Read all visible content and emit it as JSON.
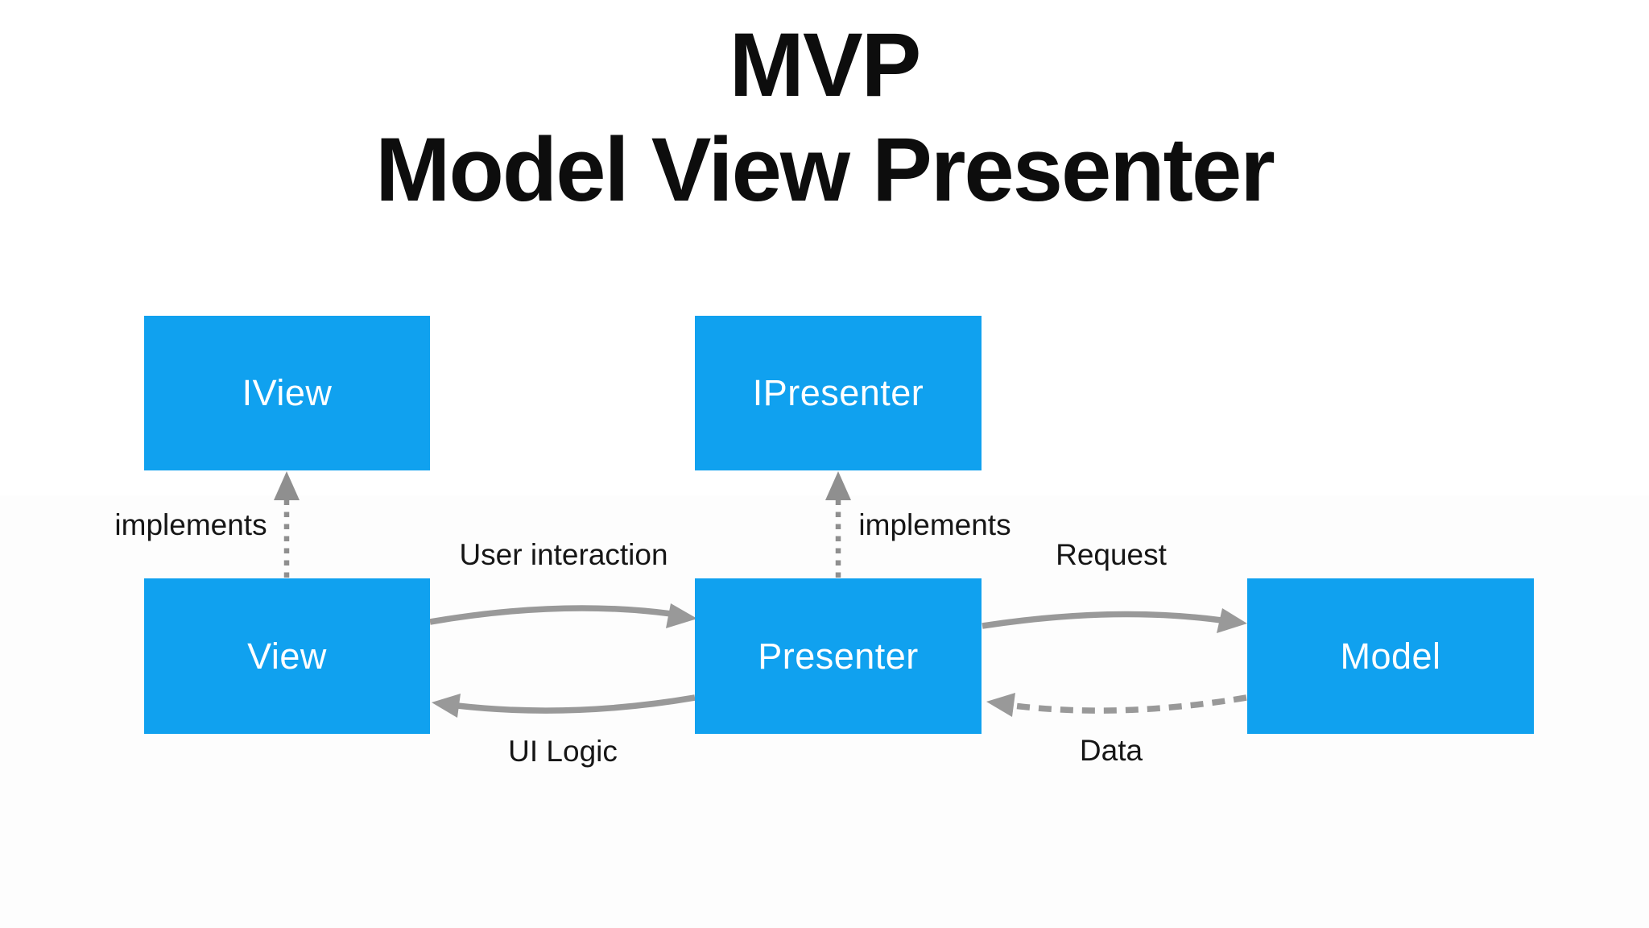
{
  "title": {
    "line1": "MVP",
    "line2": "Model View Presenter"
  },
  "colors": {
    "box_fill": "#10a1ef",
    "box_text": "#ffffff",
    "arrow_gray": "#999999",
    "dot_gray": "#8f8f8f",
    "label_text": "#161616",
    "title_text": "#0d0d0d",
    "bg": "#ffffff",
    "band": "#fdfdfd"
  },
  "diagram": {
    "boxes": [
      {
        "id": "iview",
        "label": "IView"
      },
      {
        "id": "ipresenter",
        "label": "IPresenter"
      },
      {
        "id": "view",
        "label": "View"
      },
      {
        "id": "presenter",
        "label": "Presenter"
      },
      {
        "id": "model",
        "label": "Model"
      }
    ],
    "edges": [
      {
        "id": "view-to-iview",
        "from": "View",
        "to": "IView",
        "style": "dotted",
        "label": "implements"
      },
      {
        "id": "presenter-to-ipresenter",
        "from": "Presenter",
        "to": "IPresenter",
        "style": "dotted",
        "label": "implements"
      },
      {
        "id": "view-to-presenter",
        "from": "View",
        "to": "Presenter",
        "style": "solid",
        "label": "User interaction"
      },
      {
        "id": "presenter-to-view",
        "from": "Presenter",
        "to": "View",
        "style": "solid",
        "label": "UI Logic"
      },
      {
        "id": "presenter-to-model",
        "from": "Presenter",
        "to": "Model",
        "style": "solid",
        "label": "Request"
      },
      {
        "id": "model-to-presenter",
        "from": "Model",
        "to": "Presenter",
        "style": "dashed",
        "label": "Data"
      }
    ]
  }
}
